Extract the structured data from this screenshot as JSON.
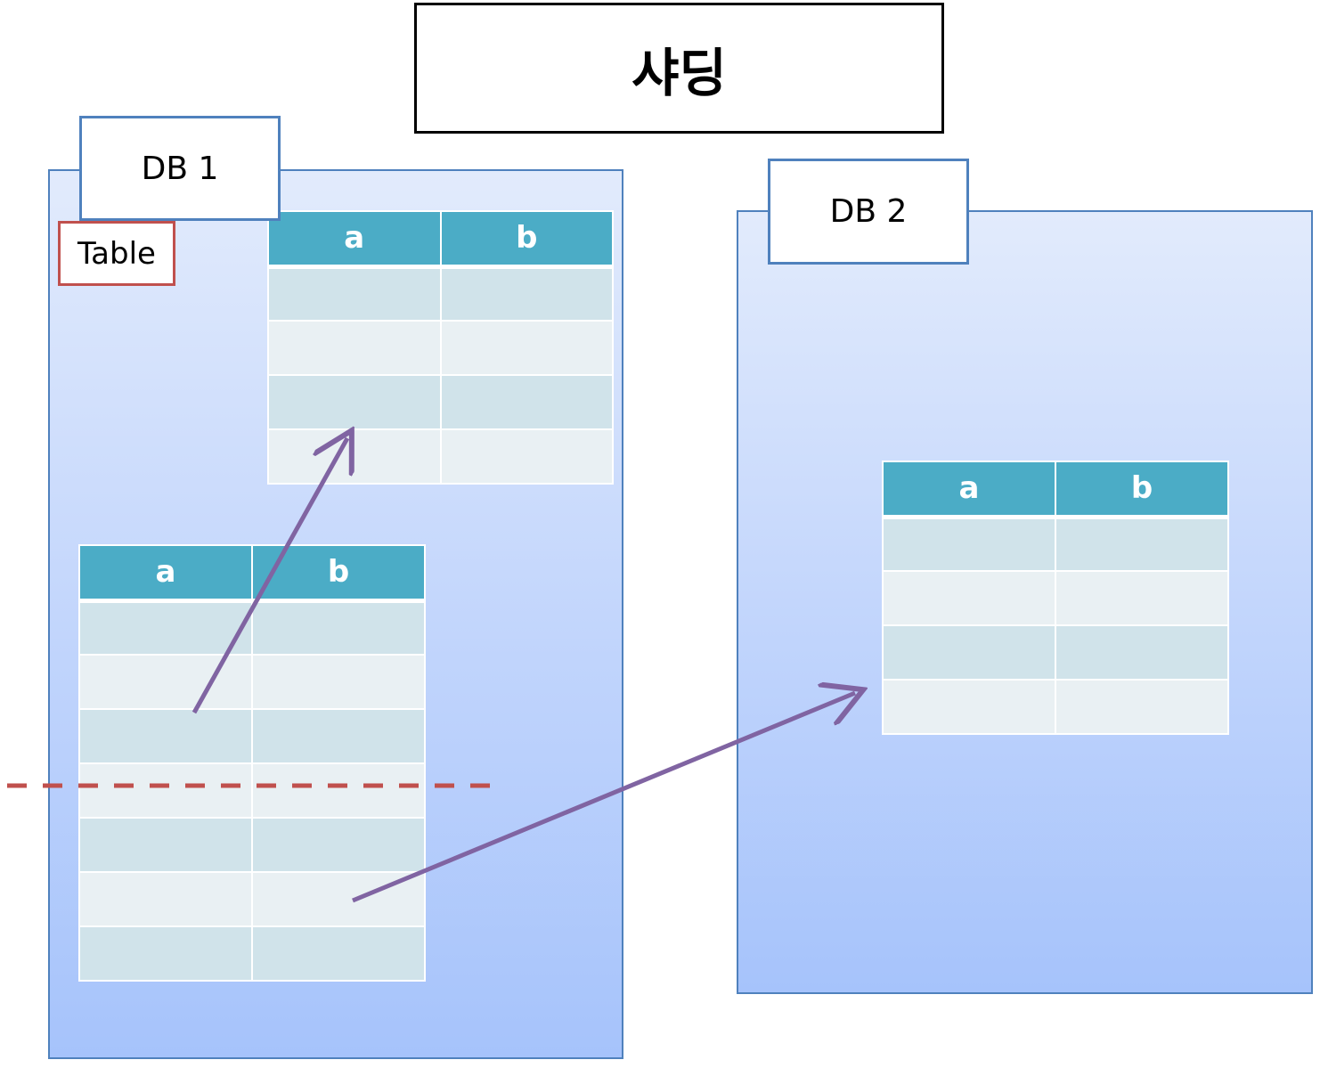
{
  "title": "샤딩",
  "db1": {
    "label": "DB 1"
  },
  "db2": {
    "label": "DB 2"
  },
  "table_tag": "Table",
  "tables": {
    "source": {
      "headers": [
        "a",
        "b"
      ]
    },
    "db1": {
      "headers": [
        "a",
        "b"
      ]
    },
    "db2": {
      "headers": [
        "a",
        "b"
      ]
    }
  },
  "colors": {
    "panel_border": "#4f81bd",
    "header_fill": "#4bacc6",
    "row_dark": "#d0e3ea",
    "row_light": "#e9f0f3",
    "arrow": "#8064a2",
    "split_line": "#c0504d",
    "table_tag_border": "#c0504d"
  }
}
